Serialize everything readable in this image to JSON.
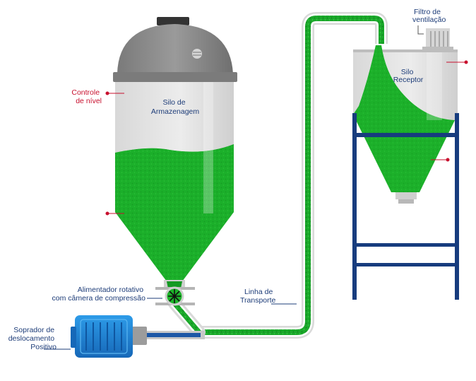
{
  "labels": {
    "controle_nivel": [
      "Controle",
      "de nível"
    ],
    "silo_armazenagem": [
      "Silo de",
      "Armazenagem"
    ],
    "alimentador": [
      "Alimentador rotativo",
      "com câmera de compressão"
    ],
    "soprador": [
      "Soprador de",
      "deslocamento",
      "Positivo"
    ],
    "linha_transporte": [
      "Linha de",
      "Transporte"
    ],
    "filtro_ventilacao": [
      "Filtro de",
      "ventilação"
    ],
    "silo_receptor": [
      "Silo",
      "Receptor"
    ]
  },
  "colors": {
    "material_green": "#1db52a",
    "material_dark": "#0d8a1c",
    "steel_light": "#e6e6e6",
    "steel_mid": "#c9c9c9",
    "dome_gray": "#8a8a8a",
    "frame_blue": "#173c7e",
    "blower_blue": "#1e84d6",
    "label_red": "#c8102e",
    "label_blue": "#1d3c78"
  },
  "icons": [
    "rotary-valve-icon",
    "blower-motor-icon",
    "dome-logo-icon"
  ]
}
